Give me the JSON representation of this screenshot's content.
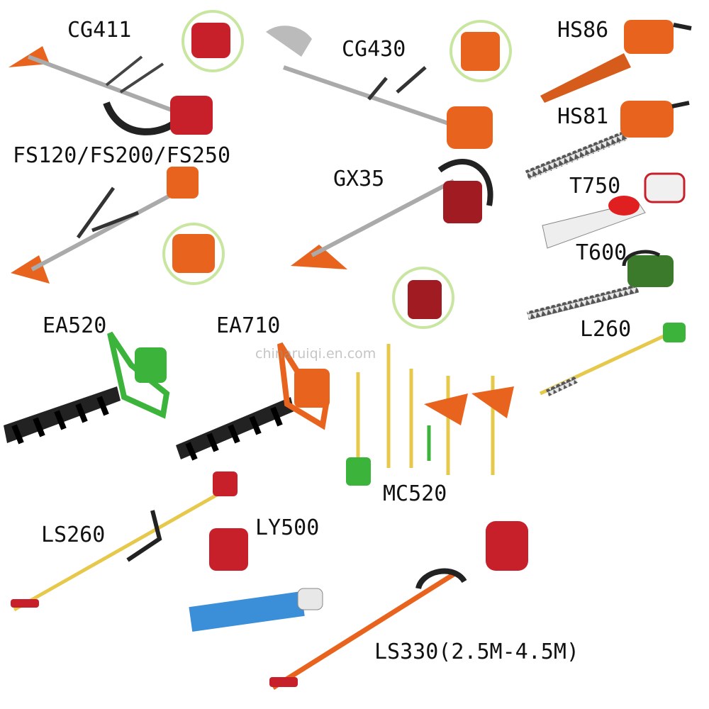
{
  "labels": {
    "cg411": "CG411",
    "cg430": "CG430",
    "hs86": "HS86",
    "hs81": "HS81",
    "fs_series": "FS120/FS200/FS250",
    "gx35": "GX35",
    "t750": "T750",
    "t600": "T600",
    "l260": "L260",
    "ea520": "EA520",
    "ea710": "EA710",
    "mc520": "MC520",
    "ls260": "LS260",
    "ly500": "LY500",
    "ls330": "LS330(2.5M-4.5M)"
  },
  "watermark": "chinaruiqi.en.com",
  "colors": {
    "orange": "#e8641e",
    "red": "#c8202a",
    "green": "#3cb43c",
    "yellow": "#e6c84a",
    "black": "#1a1a1a",
    "blue": "#3a8fd8",
    "inset_ring": "#c8e6a0"
  }
}
